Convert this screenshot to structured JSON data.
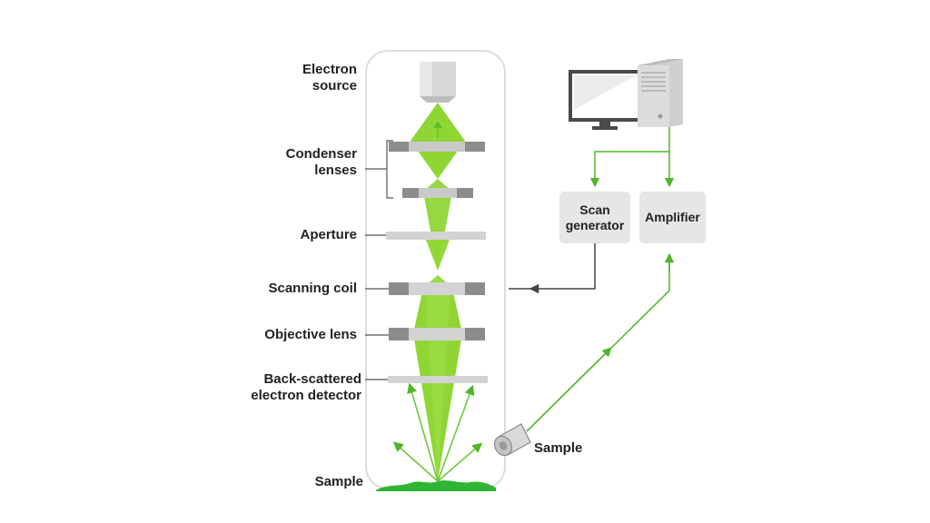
{
  "labels": {
    "electron_source_1": "Electron",
    "electron_source_2": "source",
    "condenser_1": "Condenser",
    "condenser_2": "lenses",
    "aperture": "Aperture",
    "scanning_coil": "Scanning coil",
    "objective_lens": "Objective lens",
    "bse_1": "Back-scattered",
    "bse_2": "electron detector",
    "sample_bottom": "Sample",
    "sample_detector": "Sample"
  },
  "boxes": {
    "scan_generator_1": "Scan",
    "scan_generator_2": "generator",
    "amplifier": "Amplifier"
  },
  "colors": {
    "beam": "#8fd635",
    "beam_line": "#5cbf2a",
    "lens_dark": "#8c8c8c",
    "lens_light": "#c9c9c9",
    "sample": "#2fb531",
    "column_outline": "#dcdcdc"
  }
}
